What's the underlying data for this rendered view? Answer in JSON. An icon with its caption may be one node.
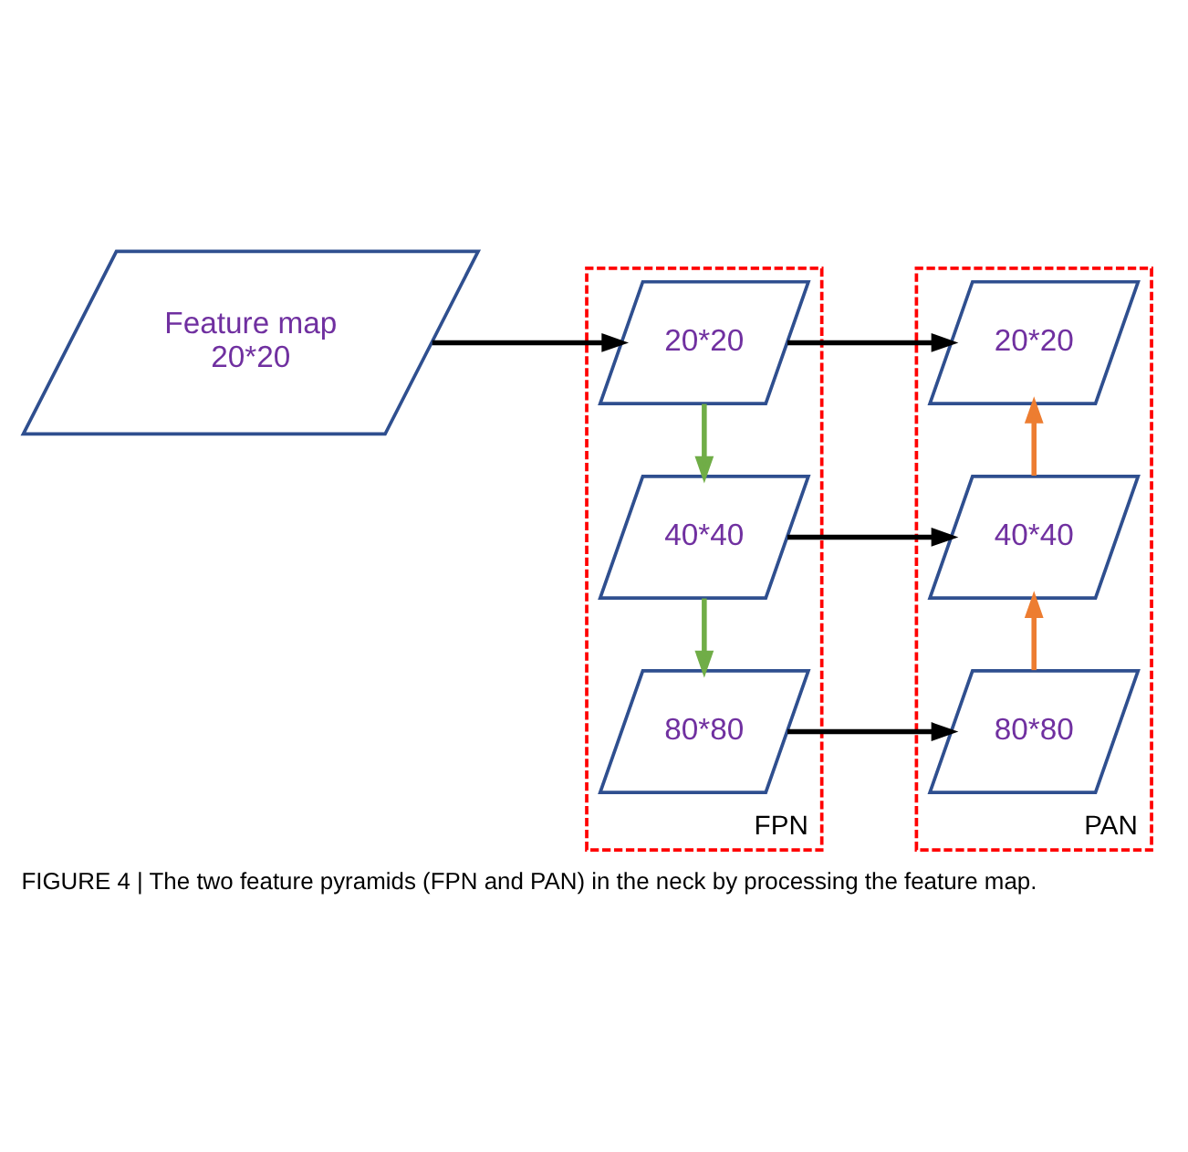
{
  "diagram": {
    "caption": "FIGURE 4 | The two feature pyramids (FPN and PAN) in the neck by processing the feature map.",
    "nodes": [
      {
        "text": [
          "FPN"
        ]
      },
      {
        "text": [
          "PAN"
        ]
      },
      {
        "text": [
          "Feature map",
          "20*20"
        ]
      },
      {
        "text": [
          "20*20"
        ],
        "in": 0
      },
      {
        "text": [
          "40*40"
        ],
        "in": 0
      },
      {
        "text": [
          "80*80"
        ],
        "in": 0
      },
      {
        "text": [
          "20*20"
        ],
        "in": 1
      },
      {
        "text": [
          "40*40"
        ],
        "in": 1
      },
      {
        "text": [
          "80*80"
        ],
        "in": 1
      }
    ],
    "edges": [
      {
        "from": 2,
        "to": 3,
        "arrow": "to"
      },
      {
        "from": 3,
        "to": 4,
        "arrow": "to",
        "color": "#70ad47"
      },
      {
        "from": 4,
        "to": 5,
        "arrow": "to",
        "color": "#70ad47"
      },
      {
        "from": 3,
        "to": 6,
        "arrow": "to"
      },
      {
        "from": 4,
        "to": 7,
        "arrow": "to"
      },
      {
        "from": 5,
        "to": 8,
        "arrow": "to"
      },
      {
        "from": 8,
        "to": 7,
        "arrow": "to",
        "color": "#ed7d31"
      },
      {
        "from": 7,
        "to": 6,
        "arrow": "to",
        "color": "#ed7d31"
      }
    ]
  }
}
